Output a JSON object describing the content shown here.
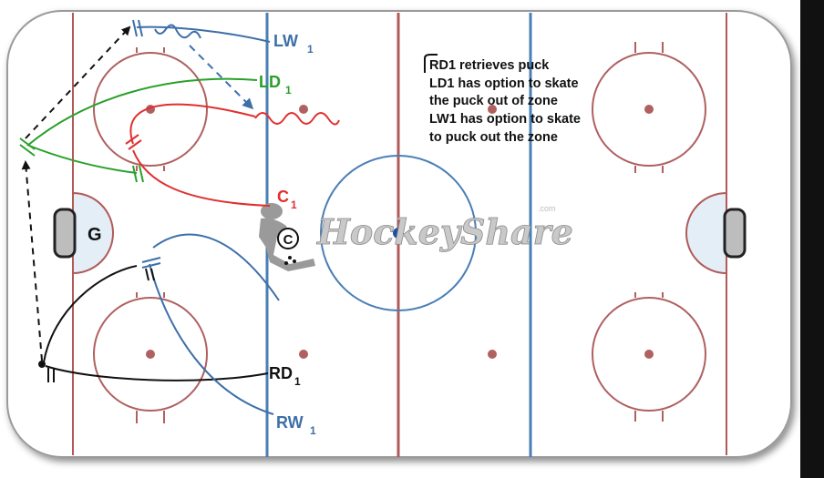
{
  "labels": {
    "lw1": {
      "main": "LW",
      "sub": "1",
      "color": "#3d6fa8"
    },
    "ld1": {
      "main": "LD",
      "sub": "1",
      "color": "#2aa02a"
    },
    "c1": {
      "main": "C",
      "sub": "1",
      "color": "#e03030"
    },
    "rd1": {
      "main": "RD",
      "sub": "1",
      "color": "#111111"
    },
    "rw1": {
      "main": "RW",
      "sub": "1",
      "color": "#3d6fa8"
    },
    "goalie": "G",
    "coach_symbol": "C"
  },
  "notes": [
    "RD1 retrieves puck",
    "LD1 has option to skate",
    "the puck out of zone",
    "LW1 has option to skate",
    "to puck out the zone"
  ],
  "watermark": {
    "text": "HockeyShare",
    "suffix": ".com"
  },
  "colors": {
    "board": "#ffffff",
    "red_line": "#b05a5a",
    "blue_line": "#4a7fb5",
    "circle": "#b06060",
    "center_circle": "#4a7fb5",
    "center_dot": "#1f4fa0",
    "crease": "#e4eef7",
    "goal": "#222222"
  },
  "icons": [
    "goalie-crease-icon",
    "coach-icon",
    "puck-icon"
  ]
}
